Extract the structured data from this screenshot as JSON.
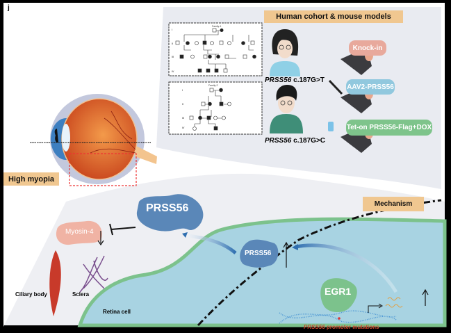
{
  "panel_letter": "j",
  "top_section": {
    "title": "Human cohort & mouse models",
    "family1": {
      "label": "Family-1",
      "generations": [
        "I",
        "II",
        "III",
        "IV"
      ],
      "variant_gene": "PRSS56",
      "variant": " c.187G>T"
    },
    "family2": {
      "label": "Family-2",
      "generations": [
        "I",
        "II",
        "III",
        "IV"
      ],
      "variant_gene": "PRSS56",
      "variant": " c.187G>C"
    },
    "mouse_models": [
      {
        "label": "Knock-in",
        "color": "#e8a99c"
      },
      {
        "label": "AAV2-PRSS56",
        "color": "#91c8de"
      },
      {
        "label": "Tet-on PRSS56-Flag+DOX",
        "color": "#7ec48b"
      }
    ]
  },
  "eye": {
    "label": "High myopia"
  },
  "mechanism": {
    "title": "Mechanism",
    "prss56_secreted": "PRSS56",
    "prss56_cell": "PRSS56",
    "myosin": "Myosin-4",
    "ciliary_body": "Ciliary body",
    "sclera": "Sclera",
    "retina_cell": "Retina cell",
    "egr1": "EGR1",
    "promoter_gene": "PRSS56",
    "promoter_text": " promoter mutations"
  },
  "colors": {
    "protein_blue": "#5a87b8",
    "membrane_green": "#7cc28c",
    "cell_blue": "#a8d3e2",
    "label_tan": "#f0c790"
  }
}
